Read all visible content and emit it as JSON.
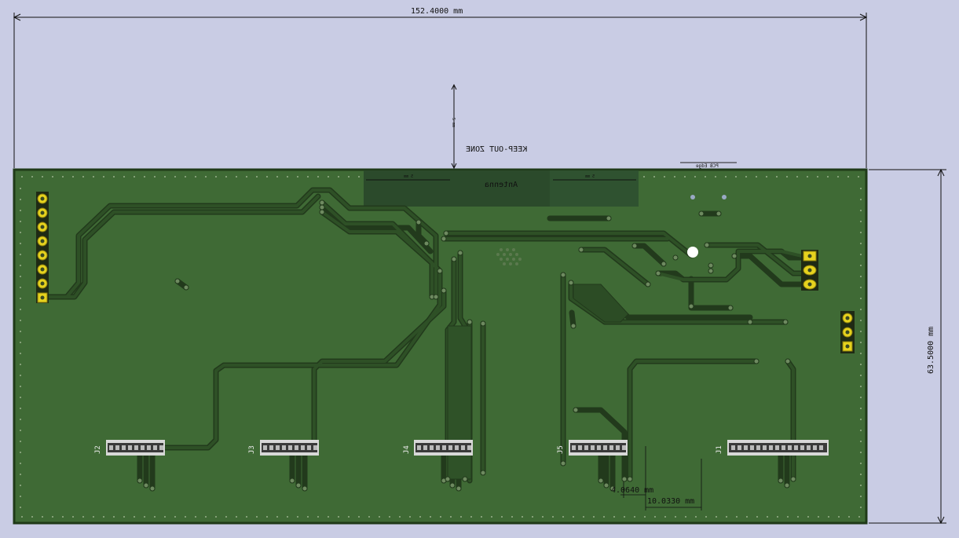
{
  "dimensions": {
    "board_width": "152.4000 mm",
    "board_height": "63.5000 mm",
    "offset_small": "4.0640 mm",
    "offset_large": "10.0330 mm",
    "keepout_depth": "5 mm",
    "antenna_margin_left": "5 mm",
    "antenna_margin_right": "5 mm"
  },
  "labels": {
    "keepout_zone": "KEEP-OUT ZONE",
    "antenna": "Antenna",
    "pcb_edge": "PCB Edge"
  },
  "connectors": {
    "j1": "J1",
    "j2": "J2",
    "j3": "J3",
    "j4": "J4",
    "j5": "J5"
  },
  "colors": {
    "background": "#c9cce4",
    "board": "#3f6a35",
    "copper_track": "#2c4c25",
    "track_outline": "#223a1c",
    "antenna_zone": "#2b4a2b",
    "pad_yellow": "#e6d21e",
    "board_outline": "#1f3a18"
  }
}
